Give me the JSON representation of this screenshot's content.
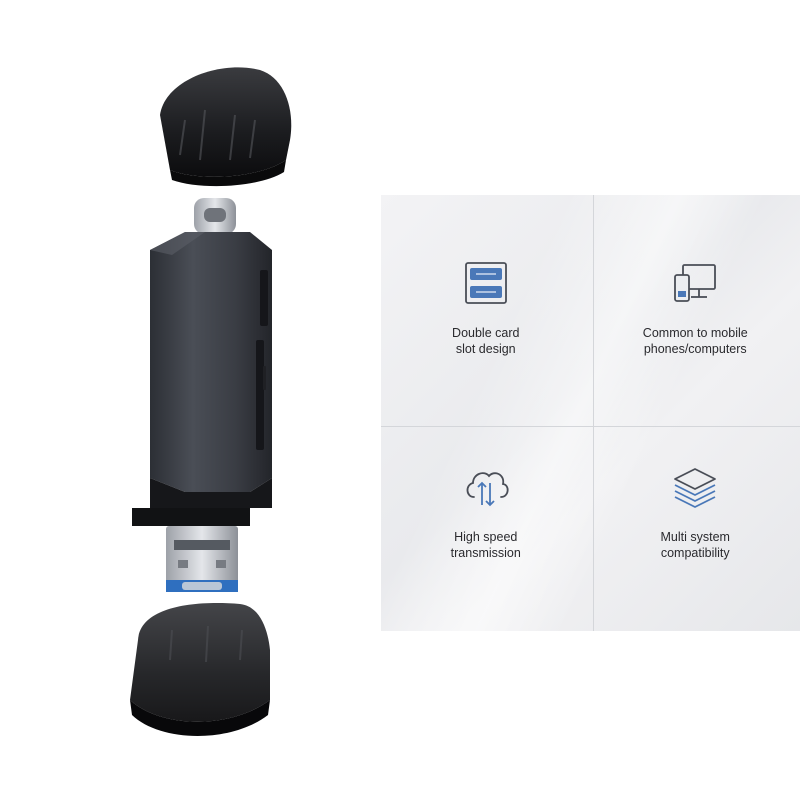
{
  "features": [
    {
      "icon": "double-card-slot-icon",
      "lines": [
        "Double card",
        "slot design"
      ]
    },
    {
      "icon": "phone-computer-icon",
      "lines": [
        "Common to mobile",
        "phones/computers"
      ]
    },
    {
      "icon": "cloud-transfer-icon",
      "lines": [
        "High speed",
        "transmission"
      ]
    },
    {
      "icon": "layers-icon",
      "lines": [
        "Multi system",
        "compatibility"
      ]
    }
  ],
  "colors": {
    "accent": "#4a78b8",
    "icon_stroke": "#4a4e57",
    "text": "#2a2a2e",
    "panel": "#eceef1"
  }
}
